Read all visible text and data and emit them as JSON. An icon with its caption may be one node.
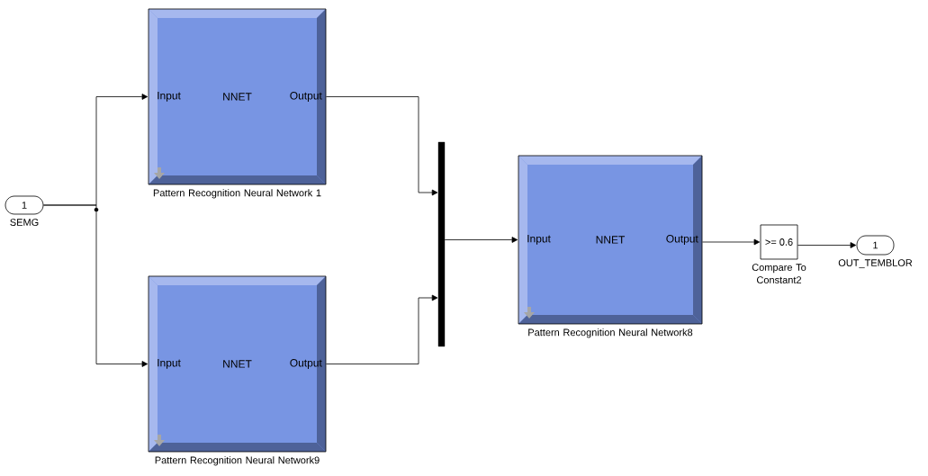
{
  "diagram": {
    "nodes": [
      {
        "text": [
          "1"
        ],
        "beside": [
          "SEMG"
        ]
      },
      {
        "text": [
          "Input",
          "NNET",
          "Output"
        ],
        "beside": [
          "Pattern Recognition Neural Network 1"
        ]
      },
      {
        "text": [
          "Input",
          "NNET",
          "Output"
        ],
        "beside": [
          "Pattern Recognition Neural Network9"
        ]
      },
      {
        "text": [],
        "shape": "bar"
      },
      {
        "text": [
          "Input",
          "NNET",
          "Output"
        ],
        "beside": [
          "Pattern Recognition Neural Network8"
        ]
      },
      {
        "text": [
          ">= 0.6"
        ],
        "beside": [
          "Compare To Constant2"
        ]
      },
      {
        "text": [
          "1"
        ],
        "beside": [
          "OUT_TEMBLOR"
        ]
      }
    ],
    "edges": [
      {
        "from": 0,
        "to": 1,
        "arrow": "to"
      },
      {
        "from": 0,
        "to": 2,
        "arrow": "to"
      },
      {
        "from": 1,
        "to": 3,
        "arrow": "to"
      },
      {
        "from": 2,
        "to": 3,
        "arrow": "to"
      },
      {
        "from": 3,
        "to": 4,
        "arrow": "to"
      },
      {
        "from": 4,
        "to": 5,
        "arrow": "to"
      },
      {
        "from": 5,
        "to": 6,
        "arrow": "to"
      }
    ]
  }
}
